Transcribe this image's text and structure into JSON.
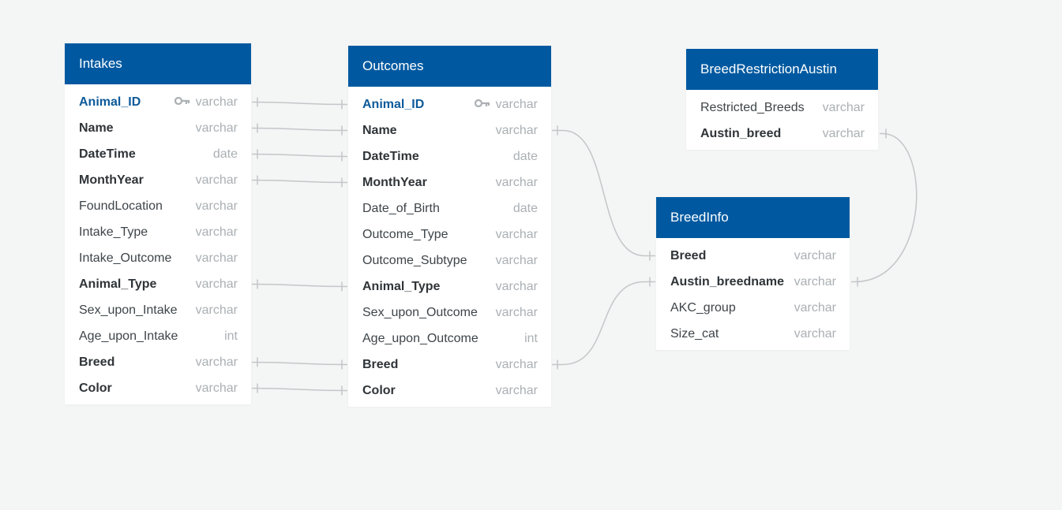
{
  "colors": {
    "header": "#0059a0",
    "background": "#f4f5f5",
    "primary_key": "#0d5a9a",
    "connector": "#c3c7c9"
  },
  "icons": {
    "primary_key": "key-icon"
  },
  "tables": [
    {
      "id": "intakes",
      "title": "Intakes",
      "columns": [
        {
          "name": "Animal_ID",
          "type": "varchar",
          "pk": true
        },
        {
          "name": "Name",
          "type": "varchar",
          "bold": true
        },
        {
          "name": "DateTime",
          "type": "date",
          "bold": true
        },
        {
          "name": "MonthYear",
          "type": "varchar",
          "bold": true
        },
        {
          "name": "FoundLocation",
          "type": "varchar"
        },
        {
          "name": "Intake_Type",
          "type": "varchar"
        },
        {
          "name": "Intake_Outcome",
          "type": "varchar"
        },
        {
          "name": "Animal_Type",
          "type": "varchar",
          "bold": true
        },
        {
          "name": "Sex_upon_Intake",
          "type": "varchar"
        },
        {
          "name": "Age_upon_Intake",
          "type": "int"
        },
        {
          "name": "Breed",
          "type": "varchar",
          "bold": true
        },
        {
          "name": "Color",
          "type": "varchar",
          "bold": true
        }
      ]
    },
    {
      "id": "outcomes",
      "title": "Outcomes",
      "columns": [
        {
          "name": "Animal_ID",
          "type": "varchar",
          "pk": true
        },
        {
          "name": "Name",
          "type": "varchar",
          "bold": true
        },
        {
          "name": "DateTime",
          "type": "date",
          "bold": true
        },
        {
          "name": "MonthYear",
          "type": "varchar",
          "bold": true
        },
        {
          "name": "Date_of_Birth",
          "type": "date"
        },
        {
          "name": "Outcome_Type",
          "type": "varchar"
        },
        {
          "name": "Outcome_Subtype",
          "type": "varchar"
        },
        {
          "name": "Animal_Type",
          "type": "varchar",
          "bold": true
        },
        {
          "name": "Sex_upon_Outcome",
          "type": "varchar"
        },
        {
          "name": "Age_upon_Outcome",
          "type": "int"
        },
        {
          "name": "Breed",
          "type": "varchar",
          "bold": true
        },
        {
          "name": "Color",
          "type": "varchar",
          "bold": true
        }
      ]
    },
    {
      "id": "breedrestriction",
      "title": "BreedRestrictionAustin",
      "columns": [
        {
          "name": "Restricted_Breeds",
          "type": "varchar"
        },
        {
          "name": "Austin_breed",
          "type": "varchar",
          "bold": true
        }
      ]
    },
    {
      "id": "breedinfo",
      "title": "BreedInfo",
      "columns": [
        {
          "name": "Breed",
          "type": "varchar",
          "bold": true
        },
        {
          "name": "Austin_breedname",
          "type": "varchar",
          "bold": true
        },
        {
          "name": "AKC_group",
          "type": "varchar"
        },
        {
          "name": "Size_cat",
          "type": "varchar"
        }
      ]
    }
  ],
  "relationships": [
    {
      "from": [
        "intakes",
        "Animal_ID"
      ],
      "to": [
        "outcomes",
        "Animal_ID"
      ]
    },
    {
      "from": [
        "intakes",
        "Name"
      ],
      "to": [
        "outcomes",
        "Name"
      ]
    },
    {
      "from": [
        "intakes",
        "DateTime"
      ],
      "to": [
        "outcomes",
        "DateTime"
      ]
    },
    {
      "from": [
        "intakes",
        "MonthYear"
      ],
      "to": [
        "outcomes",
        "MonthYear"
      ]
    },
    {
      "from": [
        "intakes",
        "Animal_Type"
      ],
      "to": [
        "outcomes",
        "Animal_Type"
      ]
    },
    {
      "from": [
        "intakes",
        "Breed"
      ],
      "to": [
        "outcomes",
        "Breed"
      ]
    },
    {
      "from": [
        "intakes",
        "Color"
      ],
      "to": [
        "outcomes",
        "Color"
      ]
    },
    {
      "from": [
        "outcomes",
        "Name"
      ],
      "to": [
        "breedinfo",
        "Breed"
      ]
    },
    {
      "from": [
        "outcomes",
        "Breed"
      ],
      "to": [
        "breedinfo",
        "Austin_breedname"
      ]
    },
    {
      "from": [
        "breedrestriction",
        "Austin_breed"
      ],
      "to": [
        "breedinfo",
        "Austin_breedname"
      ]
    }
  ]
}
